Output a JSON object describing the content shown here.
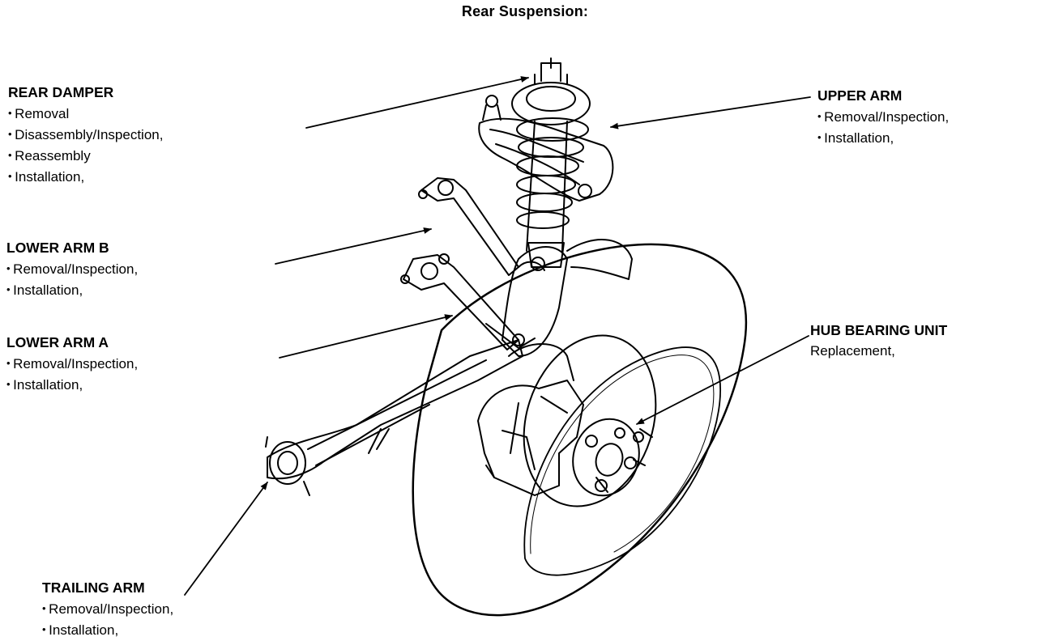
{
  "title": "Rear Suspension:",
  "callouts": {
    "rear_damper": {
      "name": "REAR DAMPER",
      "items": [
        "Removal",
        "Disassembly/Inspection,",
        "Reassembly",
        "Installation,"
      ]
    },
    "upper_arm": {
      "name": "UPPER ARM",
      "items": [
        "Removal/Inspection,",
        "Installation,"
      ]
    },
    "lower_arm_b": {
      "name": "LOWER ARM B",
      "items": [
        "Removal/Inspection,",
        "Installation,"
      ]
    },
    "lower_arm_a": {
      "name": "LOWER ARM A",
      "items": [
        "Removal/Inspection,",
        "Installation,"
      ]
    },
    "hub_bearing_unit": {
      "name": "HUB BEARING UNIT",
      "note": "Replacement,"
    },
    "trailing_arm": {
      "name": "TRAILING ARM",
      "items": [
        "Removal/Inspection,",
        "Installation,"
      ]
    }
  }
}
